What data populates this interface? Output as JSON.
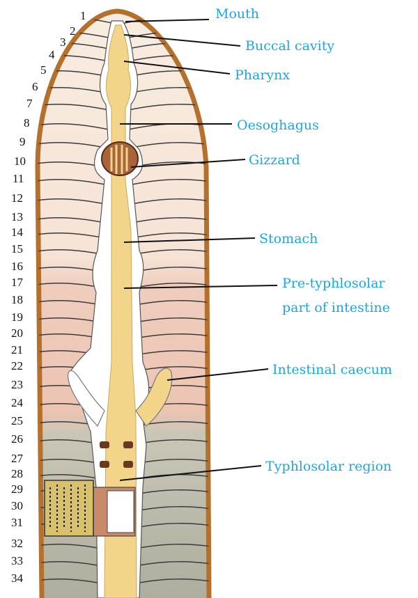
{
  "colors": {
    "label_text": "#1aa7dc",
    "leader_line": "#111111",
    "body_outline": "#b5702c",
    "segment_cream": "#f6e7d8",
    "segment_pink": "#eecab8",
    "segment_grey": "#b9b9a8",
    "gut_yellow": "#f2d58a",
    "gizzard_brown": "#7a3a1c"
  },
  "labels": [
    {
      "id": "mouth",
      "text": "Mouth"
    },
    {
      "id": "buccal",
      "text": "Buccal cavity"
    },
    {
      "id": "pharynx",
      "text": "Pharynx"
    },
    {
      "id": "oesophagus",
      "text": "Oesoghagus"
    },
    {
      "id": "gizzard",
      "text": "Gizzard"
    },
    {
      "id": "stomach",
      "text": "Stomach"
    },
    {
      "id": "pretyph1",
      "text": "Pre-typhlosolar"
    },
    {
      "id": "pretyph2",
      "text": "part  of  intestine"
    },
    {
      "id": "caecum",
      "text": "Intestinal  caecum"
    },
    {
      "id": "typhlosolar",
      "text": "Typhlosolar region"
    }
  ],
  "segment_numbers": [
    "1",
    "2",
    "3",
    "4",
    "5",
    "6",
    "7",
    "8",
    "9",
    "10",
    "11",
    "12",
    "13",
    "14",
    "15",
    "16",
    "17",
    "18",
    "19",
    "20",
    "21",
    "22",
    "23",
    "24",
    "25",
    "26",
    "27",
    "28",
    "29",
    "30",
    "31",
    "32",
    "33",
    "34"
  ]
}
